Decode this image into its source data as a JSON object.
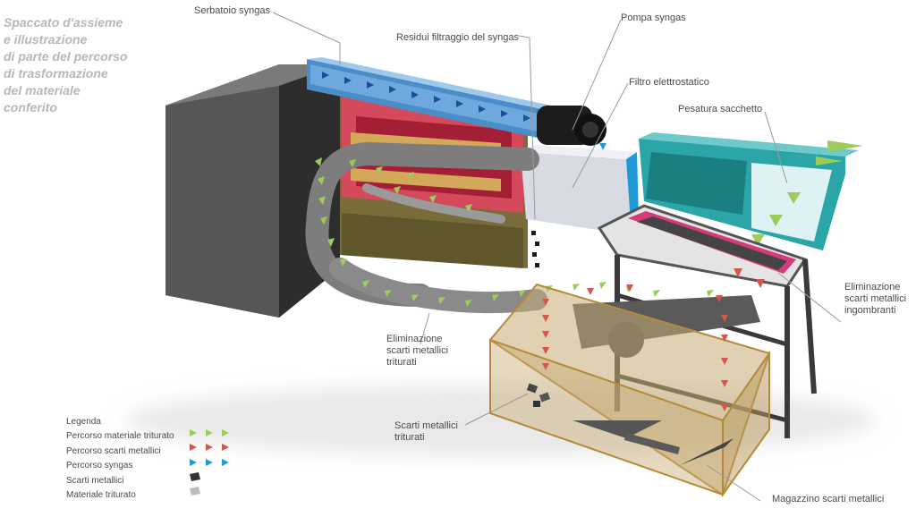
{
  "title": "Spaccato d'assieme\ne illustrazione\ndi parte del percorso\ndi trasformazione\ndel materiale\nconferito",
  "labels": {
    "serbatoio": "Serbatoio syngas",
    "residui": "Residui filtraggio del syngas",
    "pompa": "Pompa syngas",
    "filtro": "Filtro elettrostatico",
    "pesatura": "Pesatura sacchetto",
    "elim_ingombranti": "Eliminazione\nscarti metallici\ningombranti",
    "elim_triturati": "Eliminazione\nscarti metallici\ntriturati",
    "scarti_triturati": "Scarti metallici\ntriturati",
    "magazzino": "Magazzino scarti metallici"
  },
  "legend": {
    "heading": "Legenda",
    "items": [
      {
        "label": "Percorso materiale triturato",
        "color": "#9ccc5a",
        "symbol": "triangles"
      },
      {
        "label": "Percorso scarti metallici",
        "color": "#d2574c",
        "symbol": "triangles"
      },
      {
        "label": "Percorso syngas",
        "color": "#1e9bd7",
        "symbol": "triangles"
      },
      {
        "label": "Scarti metallici",
        "color": "#333333",
        "symbol": "chip"
      },
      {
        "label": "Materiale triturato",
        "color": "#bdbdbd",
        "symbol": "chip"
      }
    ]
  },
  "colors": {
    "housing": "#595959",
    "tank": "#6fa8dc",
    "chamber": "#d44a5c",
    "hopper": "#2aa6a9",
    "bin": "#c7ab72"
  }
}
